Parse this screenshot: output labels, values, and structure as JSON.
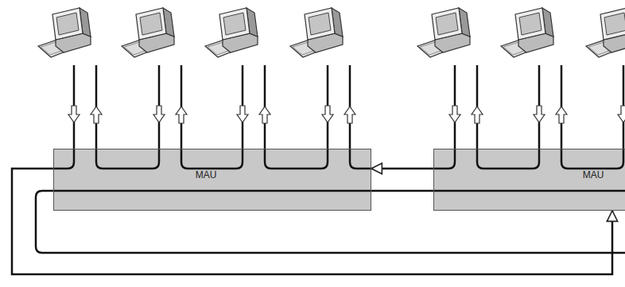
{
  "diagram": {
    "nodes": [
      {
        "text": [
          "MAU"
        ]
      },
      {
        "text": [
          "MAU"
        ]
      }
    ],
    "edges": [
      {
        "from": 1,
        "to": 0,
        "arrow": "to"
      },
      {
        "from": 0,
        "to": 1,
        "arrow": "to"
      }
    ]
  }
}
